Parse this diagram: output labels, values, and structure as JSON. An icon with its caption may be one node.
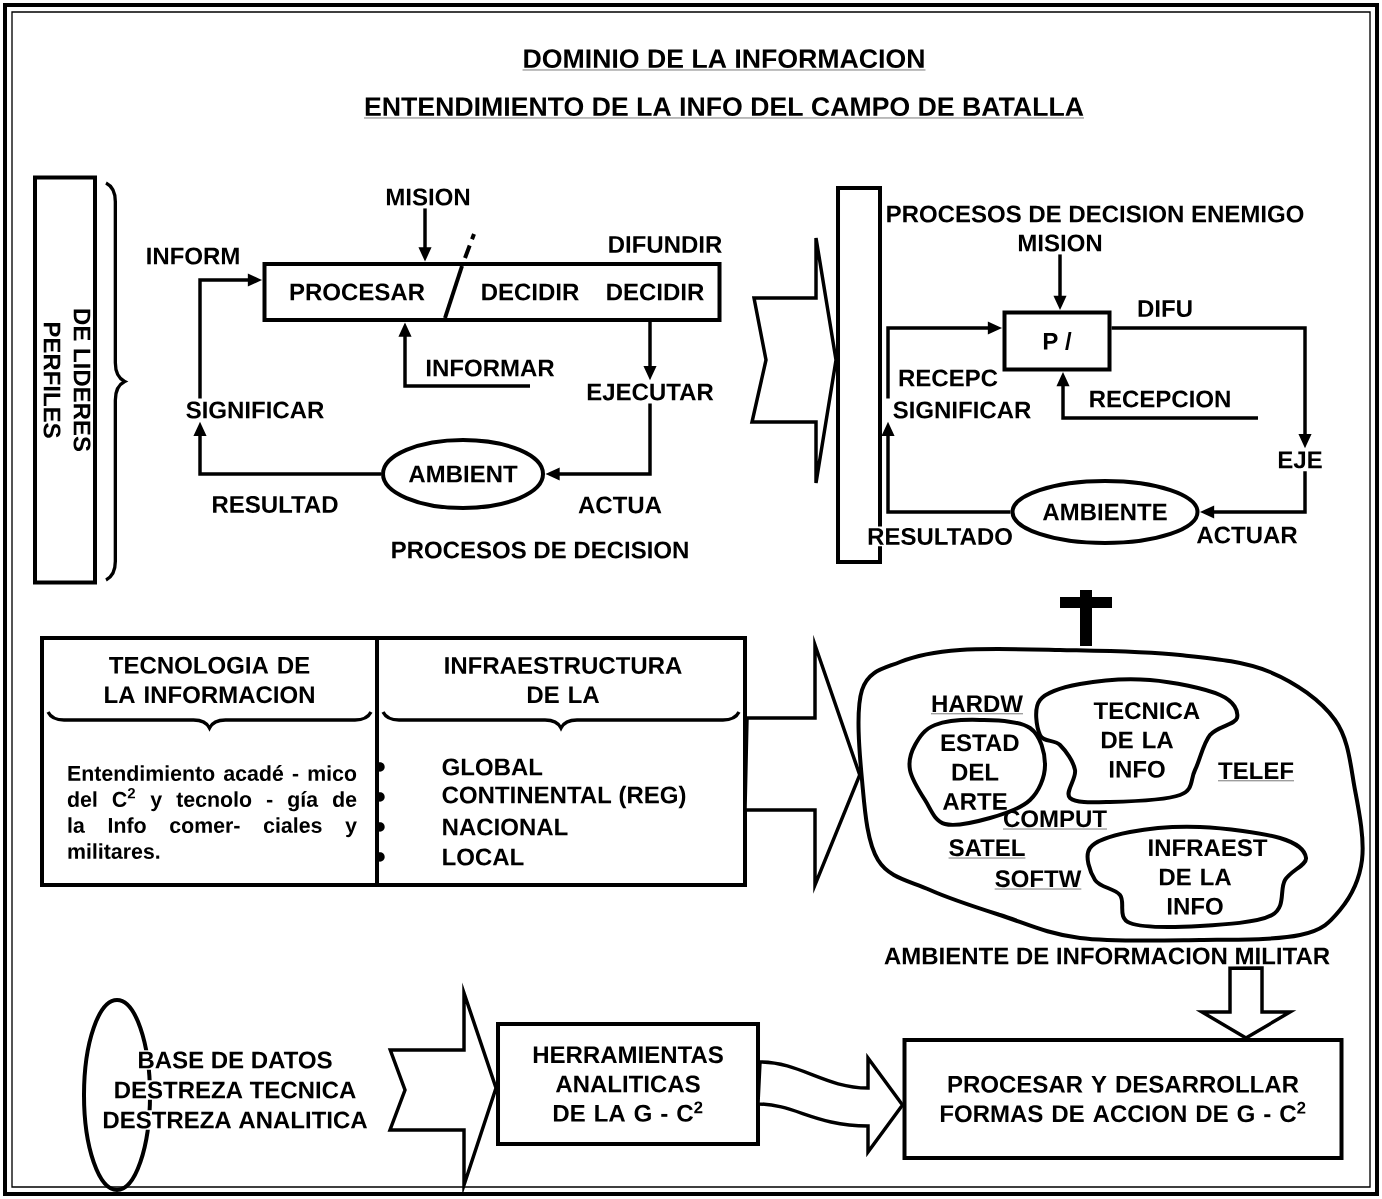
{
  "diagram": {
    "title": "DOMINIO DE LA INFORMACION",
    "nodes": [
      {
        "text": [
          "PERFILES",
          "DE LIDERES"
        ]
      },
      {
        "text": [
          "PROCESAR",
          "DECIDIR",
          "DECIDIR"
        ]
      },
      {
        "text": [
          "MISION"
        ]
      },
      {
        "text": [
          "SIGNIFICAR"
        ]
      },
      {
        "text": [
          "EJECUTAR"
        ]
      },
      {
        "text": [
          "AMBIENT"
        ]
      },
      {
        "text": [],
        "shape": "box"
      },
      {
        "text": [
          "P /"
        ]
      },
      {
        "text": [
          "MISION"
        ]
      },
      {
        "text": [
          "SIGNIFICAR"
        ]
      },
      {
        "text": [
          "EJE"
        ]
      },
      {
        "text": [
          "AMBIENTE"
        ]
      },
      {
        "text": [
          "TECNOLOGIA DE LA INFORMACION",
          "Entendimiento acadé - mico del C$^{2}$ y tecnolo - gía de la Info comer- ciales y militares."
        ]
      },
      {
        "text": [
          "INFRAESTRUCTURA DE LA",
          "GLOBAL",
          "CONTINENTAL (REG)",
          "NACIONAL",
          "LOCAL"
        ]
      },
      {
        "text": [
          "HARDW",
          "TELEF",
          "COMPUT",
          "SATEL",
          "SOFTW"
        ],
        "beside": [
          "AMBIENTE DE INFORMACION MILITAR"
        ]
      },
      {
        "text": [
          "ESTAD DEL ARTE"
        ],
        "in": 14
      },
      {
        "text": [
          "TECNICA DE LA INFO"
        ],
        "in": 14
      },
      {
        "text": [
          "INFRAEST DE LA INFO"
        ],
        "in": 14
      },
      {
        "text": [],
        "shape": "ellipse"
      },
      {
        "text": [
          "BASE DE DATOS",
          "DESTREZA TECNICA",
          "DESTREZA ANALITICA"
        ]
      },
      {
        "text": [
          "HERRAMIENTAS ANALITICAS DE LA G - C$^{2}$"
        ]
      },
      {
        "text": [
          "PROCESAR Y DESARROLLAR FORMAS DE ACCION DE G - C$^{2}$"
        ]
      }
    ],
    "edges": [
      {
        "from": 2,
        "to": 1,
        "arrow": "to"
      },
      {
        "from": 1,
        "to": 4,
        "arrow": "to",
        "label": "DIFUNDIR"
      },
      {
        "from": 4,
        "to": 5,
        "arrow": "to",
        "label": "ACTUA"
      },
      {
        "from": 5,
        "to": 3,
        "arrow": "to",
        "label": "RESULTAD"
      },
      {
        "from": 3,
        "to": 1,
        "arrow": "to",
        "label": "INFORM"
      },
      {
        "from": null,
        "to": 1,
        "arrow": "to",
        "label": "INFORMAR"
      },
      {
        "from": 1,
        "to": 6,
        "arrow": "to",
        "style": "thick"
      },
      {
        "from": 8,
        "to": 7,
        "arrow": "to"
      },
      {
        "from": 7,
        "to": 10,
        "arrow": "to",
        "label": "DIFU"
      },
      {
        "from": 10,
        "to": 11,
        "arrow": "to",
        "label": "ACTUAR"
      },
      {
        "from": 11,
        "to": 9,
        "arrow": "to",
        "label": "RESULTADO"
      },
      {
        "from": 9,
        "to": 7,
        "arrow": "to",
        "label": "RECEPC"
      },
      {
        "from": null,
        "to": 7,
        "arrow": "to",
        "label": "RECEPCION"
      },
      {
        "from": 13,
        "to": 14,
        "arrow": "to",
        "style": "thick"
      },
      {
        "from": 19,
        "to": 20,
        "arrow": "to",
        "style": "thick"
      },
      {
        "from": 20,
        "to": 21,
        "arrow": "to",
        "style": "thick"
      },
      {
        "from": 14,
        "to": 21,
        "arrow": "to",
        "style": "thick"
      }
    ],
    "labels": [
      "ENTENDIMIENTO DE LA INFO DEL CAMPO DE BATALLA",
      "PROCESOS DE DECISION",
      "PROCESOS DE DECISION ENEMIGO"
    ]
  }
}
